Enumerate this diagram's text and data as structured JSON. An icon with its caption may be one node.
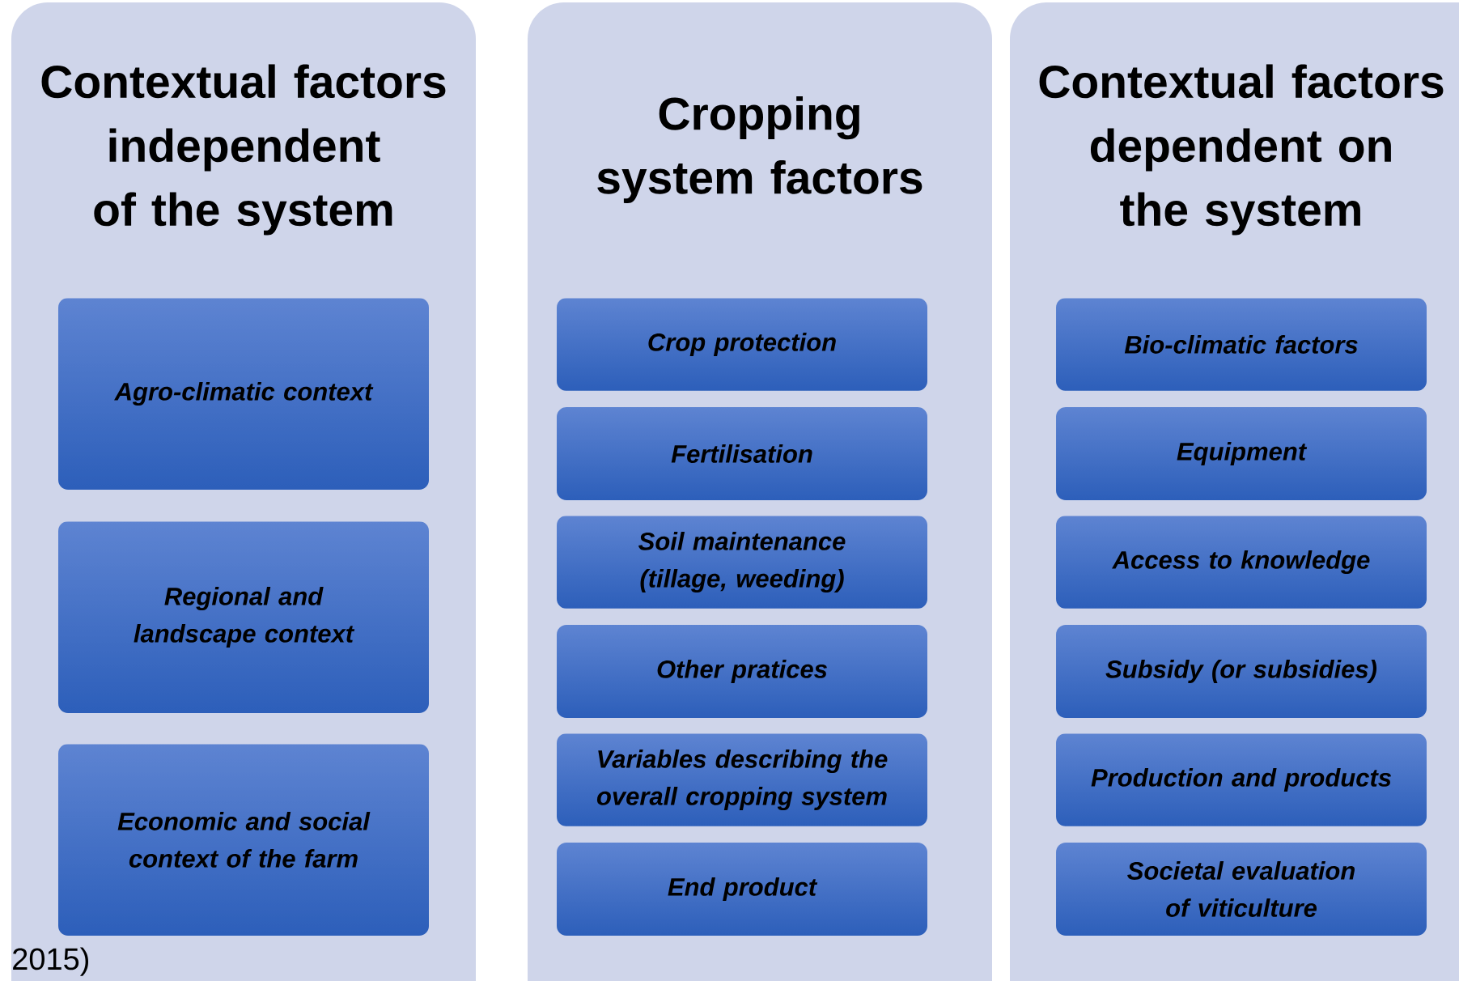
{
  "diagram": {
    "nodes": [
      {
        "text": [
          "Contextual factors independent of the system"
        ]
      },
      {
        "text": [
          "Agro-climatic context"
        ],
        "in": 0
      },
      {
        "text": [
          "Regional and landscape context"
        ],
        "in": 0
      },
      {
        "text": [
          "Economic and social context of the farm"
        ],
        "in": 0
      },
      {
        "text": [
          "Cropping system factors"
        ]
      },
      {
        "text": [
          "Crop protection"
        ],
        "in": 4
      },
      {
        "text": [
          "Fertilisation"
        ],
        "in": 4
      },
      {
        "text": [
          "Soil maintenance (tillage, weeding)"
        ],
        "in": 4
      },
      {
        "text": [
          "Other pratices"
        ],
        "in": 4
      },
      {
        "text": [
          "Variables describing the overall cropping system"
        ],
        "in": 4
      },
      {
        "text": [
          "End product"
        ],
        "in": 4
      },
      {
        "text": [
          "Contextual factors dependent on the system"
        ]
      },
      {
        "text": [
          "Bio-climatic factors"
        ],
        "in": 11
      },
      {
        "text": [
          "Equipment"
        ],
        "in": 11
      },
      {
        "text": [
          "Access to knowledge"
        ],
        "in": 11
      },
      {
        "text": [
          "Subsidy (or subsidies)"
        ],
        "in": 11
      },
      {
        "text": [
          "Production and products"
        ],
        "in": 11
      },
      {
        "text": [
          "Societal evaluation of viticulture"
        ],
        "in": 11
      }
    ],
    "labels": [
      "2015)"
    ]
  }
}
